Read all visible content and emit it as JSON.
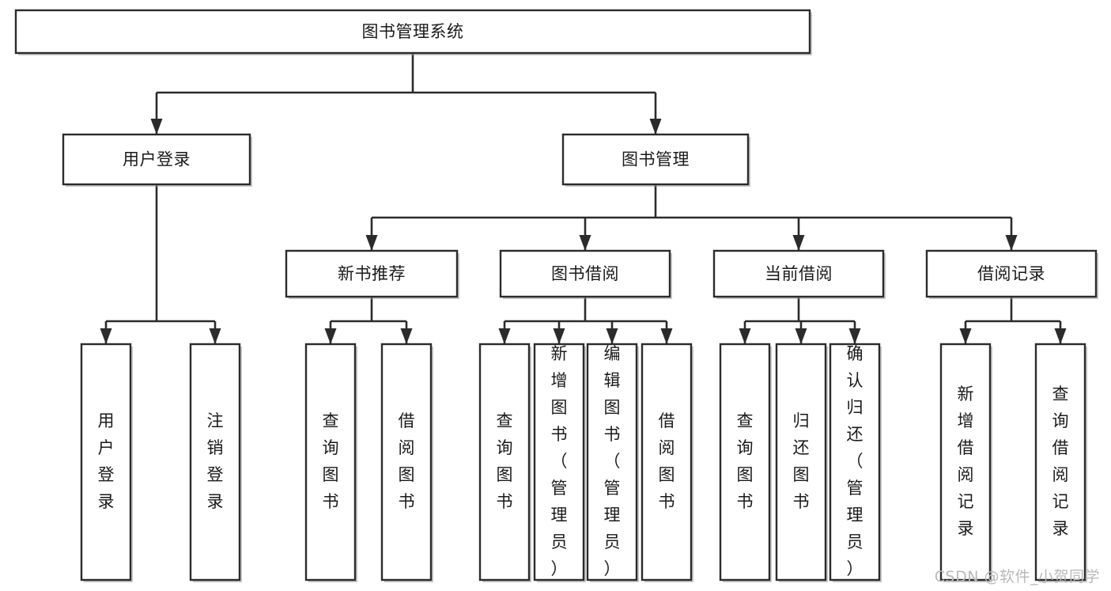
{
  "diagram": {
    "title": "图书管理系统",
    "type": "tree",
    "orientation": "top-down",
    "colors": {
      "box_fill": "#ffffff",
      "box_stroke": "#2b2b2b",
      "connector": "#2b2b2b",
      "text": "#1a1a1a",
      "watermark": "#b9b9b9",
      "background": "#ffffff"
    },
    "levels": [
      {
        "level": 0,
        "nodes": [
          {
            "id": "root",
            "label": "图书管理系统",
            "orientation": "horizontal"
          }
        ]
      },
      {
        "level": 1,
        "nodes": [
          {
            "id": "login",
            "label": "用户登录",
            "orientation": "horizontal",
            "parent": "root"
          },
          {
            "id": "bookmgmt",
            "label": "图书管理",
            "orientation": "horizontal",
            "parent": "root"
          }
        ]
      },
      {
        "level": 2,
        "nodes": [
          {
            "id": "newbook",
            "label": "新书推荐",
            "orientation": "horizontal",
            "parent": "bookmgmt"
          },
          {
            "id": "borrow",
            "label": "图书借阅",
            "orientation": "horizontal",
            "parent": "bookmgmt"
          },
          {
            "id": "current",
            "label": "当前借阅",
            "orientation": "horizontal",
            "parent": "bookmgmt"
          },
          {
            "id": "records",
            "label": "借阅记录",
            "orientation": "horizontal",
            "parent": "bookmgmt"
          }
        ]
      },
      {
        "level": 3,
        "nodes": [
          {
            "id": "leaf-user-login",
            "label": "用户登录",
            "orientation": "vertical",
            "parent": "login"
          },
          {
            "id": "leaf-logout",
            "label": "注销登录",
            "orientation": "vertical",
            "parent": "login"
          },
          {
            "id": "leaf-query-book-1",
            "label": "查询图书",
            "orientation": "vertical",
            "parent": "newbook"
          },
          {
            "id": "leaf-borrow-book-1",
            "label": "借阅图书",
            "orientation": "vertical",
            "parent": "newbook"
          },
          {
            "id": "leaf-query-book-2",
            "label": "查询图书",
            "orientation": "vertical",
            "parent": "borrow"
          },
          {
            "id": "leaf-add-book",
            "label": "新增图书（管理员）",
            "orientation": "vertical",
            "parent": "borrow"
          },
          {
            "id": "leaf-edit-book",
            "label": "编辑图书（管理员）",
            "orientation": "vertical",
            "parent": "borrow"
          },
          {
            "id": "leaf-borrow-book-2",
            "label": "借阅图书",
            "orientation": "vertical",
            "parent": "borrow"
          },
          {
            "id": "leaf-query-book-3",
            "label": "查询图书",
            "orientation": "vertical",
            "parent": "current"
          },
          {
            "id": "leaf-return-book",
            "label": "归还图书",
            "orientation": "vertical",
            "parent": "current"
          },
          {
            "id": "leaf-confirm-return",
            "label": "确认归还（管理员）",
            "orientation": "vertical",
            "parent": "current"
          },
          {
            "id": "leaf-add-record",
            "label": "新增借阅记录",
            "orientation": "vertical",
            "parent": "records"
          },
          {
            "id": "leaf-query-record",
            "label": "查询借阅记录",
            "orientation": "vertical",
            "parent": "records"
          }
        ]
      }
    ]
  },
  "watermark": {
    "text": "CSDN @软件_小贺同学"
  }
}
